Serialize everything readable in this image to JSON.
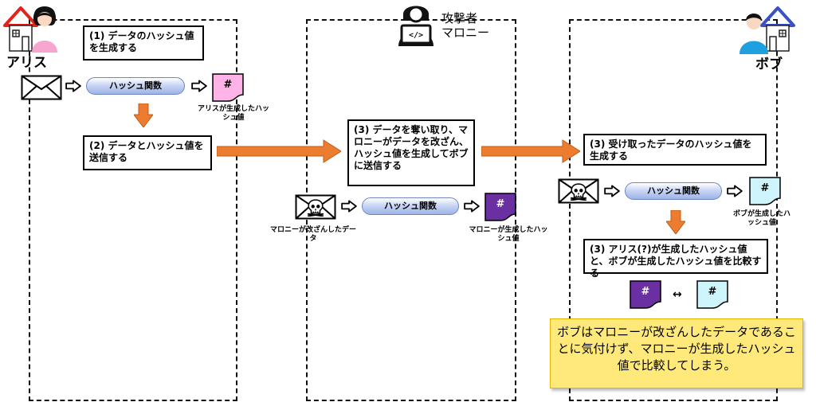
{
  "actors": {
    "alice": "アリス",
    "bob": "ボブ",
    "attacker_role": "攻撃者",
    "attacker_name": "マロニー"
  },
  "alice_lane": {
    "step1": "(1) データのハッシュ値を生成する",
    "hash_function": "ハッシュ関数",
    "hash_caption": "アリスが生成したハッシュ値",
    "step2": "(2) データとハッシュ値を送信する"
  },
  "attacker_lane": {
    "step3": "(3) データを奪い取り、マロニーがデータを改ざん、ハッシュ値を生成してボブに送信する",
    "hash_function": "ハッシュ関数",
    "data_caption": "マロニーが改ざんしたデータ",
    "hash_caption": "マロニーが生成したハッシュ値"
  },
  "bob_lane": {
    "step3a": "(3) 受け取ったデータのハッシュ値を生成する",
    "hash_function": "ハッシュ関数",
    "hash_caption": "ボブが生成したハッシュ値",
    "step3b": "(3) アリス(?)が生成したハッシュ値と、ボブが生成したハッシュ値を比較する",
    "compare_symbol": "↔"
  },
  "hash_symbol": "#",
  "note": "ボブはマロニーが改ざんしたデータであることに気付けず、マロニーが生成したハッシュ値で比較してしまう。",
  "colors": {
    "alice_hash_doc": "#ffb3e6",
    "attacker_hash_doc": "#6a2fa0",
    "bob_hash_doc": "#cdf5fb",
    "arrow_orange": "#ec7c30",
    "pill": "#b6c8f0",
    "note_bg": "#ffe97a",
    "alice_hair": "#111111",
    "bob_shirt": "#1e9fe0",
    "alice_house": "#e2241f",
    "bob_house": "#3a52c8"
  },
  "icons": {
    "envelope": "envelope-icon",
    "skull_envelope": "skull-envelope-icon",
    "hash_document": "hash-document-icon",
    "attacker": "hacker-laptop-icon",
    "alice": "woman-house-icon",
    "bob": "man-house-icon"
  }
}
